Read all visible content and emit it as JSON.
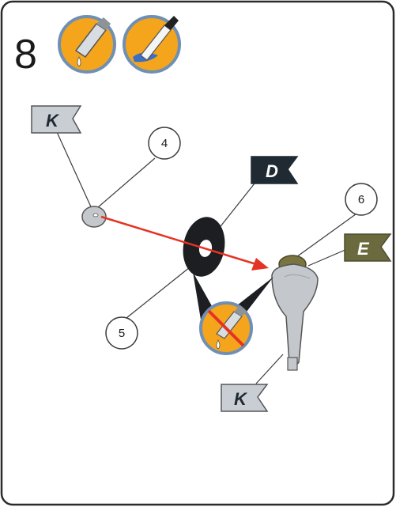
{
  "step": {
    "number": "8"
  },
  "header_icons": [
    {
      "icon": "glue-dropper-icon"
    },
    {
      "icon": "paint-brush-icon"
    }
  ],
  "callouts": [
    "4",
    "5",
    "6"
  ],
  "flags": {
    "k_top": "K",
    "d": "D",
    "e": "E",
    "k_bottom": "K"
  },
  "no_glue_icon": "no-glue-icon",
  "colors": {
    "frame": "#2b2b2b",
    "icon_orange": "#f4a51c",
    "icon_ring": "#6f8fb5",
    "flag_light": "#c9ced4",
    "flag_dark": "#1f2a33",
    "flag_olive": "#6b6a3f",
    "arrow_red": "#e53323",
    "part_grey": "#c4c8cc",
    "washer_black": "#1c1e22",
    "hub_olive": "#7a7441"
  }
}
